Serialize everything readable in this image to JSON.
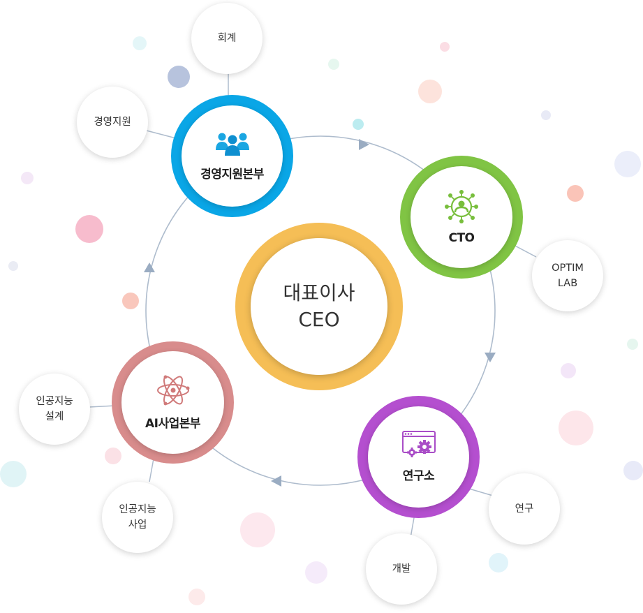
{
  "ceo": {
    "title": "대표이사",
    "subtitle": "CEO"
  },
  "departments": {
    "management": {
      "label": "경영지원본부",
      "color": "#0aa6e6",
      "icon": "people-group-icon"
    },
    "cto": {
      "label": "CTO",
      "color": "#80c444",
      "icon": "network-person-icon"
    },
    "lab": {
      "label": "연구소",
      "color": "#b44fcf",
      "icon": "window-gears-icon"
    },
    "ai": {
      "label": "AI사업본부",
      "color": "#d88c8c",
      "icon": "atom-icon"
    }
  },
  "subnodes": {
    "accounting": "회계",
    "management_support": "경영지원",
    "optim_lab_line1": "OPTIM",
    "optim_lab_line2": "LAB",
    "research": "연구",
    "development": "개발",
    "ai_design_line1": "인공지능",
    "ai_design_line2": "설계",
    "ai_business_line1": "인공지능",
    "ai_business_line2": "사업"
  }
}
